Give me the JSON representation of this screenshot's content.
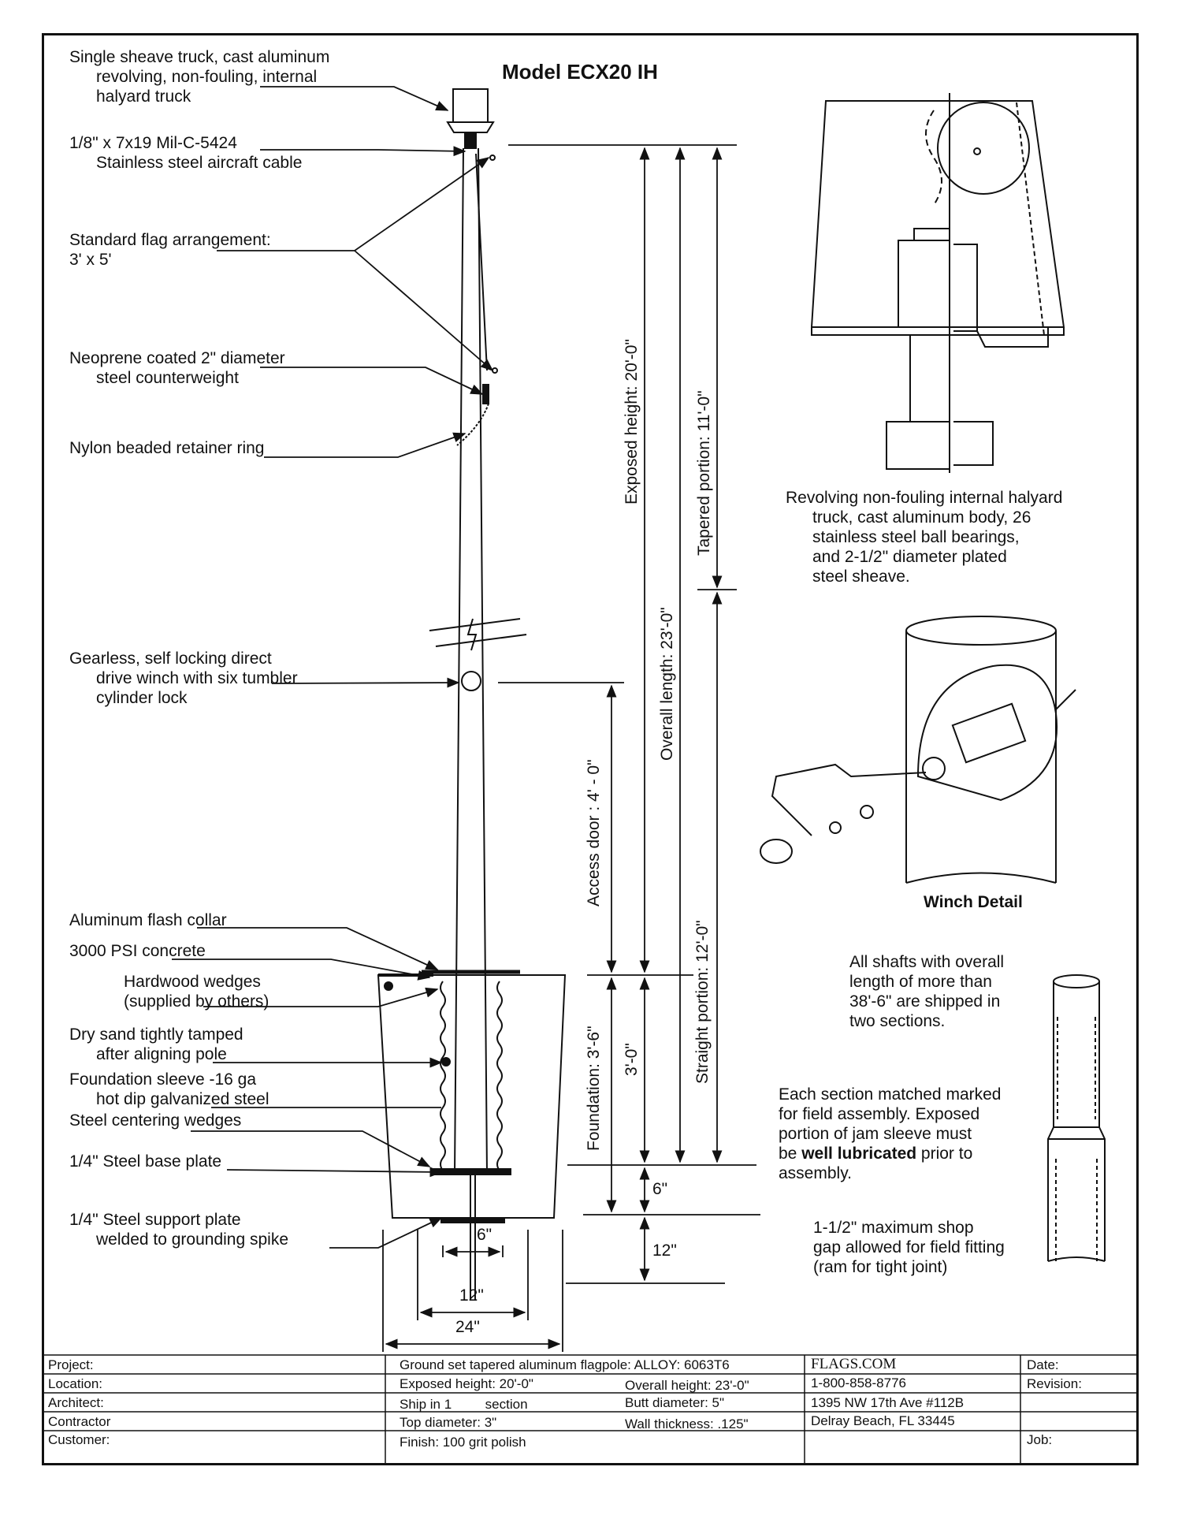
{
  "title": "Model  ECX20 IH",
  "labels": {
    "truck": [
      "Single sheave truck, cast aluminum",
      "revolving, non-fouling, internal",
      "halyard truck"
    ],
    "cable": [
      "1/8\" x 7x19 Mil-C-5424",
      "Stainless steel aircraft cable"
    ],
    "flag": [
      "Standard flag arrangement:",
      "3' x 5'"
    ],
    "counterweight": [
      "Neoprene coated 2\" diameter",
      "steel counterweight"
    ],
    "ring": [
      "Nylon beaded retainer ring"
    ],
    "winch": [
      "Gearless, self locking direct",
      "drive winch with six tumbler",
      "cylinder lock"
    ],
    "collar": [
      "Aluminum flash collar"
    ],
    "concrete": [
      "3000 PSI concrete"
    ],
    "wedges": [
      "Hardwood wedges",
      "(supplied by others)"
    ],
    "sand": [
      "Dry sand tightly tamped",
      "after aligning pole"
    ],
    "sleeve": [
      "Foundation sleeve -16 ga",
      "hot dip galvanized steel"
    ],
    "centering": [
      "Steel centering wedges"
    ],
    "baseplate": [
      "1/4\" Steel base plate"
    ],
    "supportplate": [
      "1/4\" Steel support plate",
      "welded to grounding spike"
    ]
  },
  "dimensions": {
    "exposed": "Exposed height:  20'-0\"",
    "overall": "Overall length:  23'-0\"",
    "tapered": "Tapered portion:  11'-0\"",
    "straight": "Straight portion:  12'-0\"",
    "access": "Access door :  4' - 0\"",
    "foundation": "Foundation: 3'-6\"",
    "three": "3'-0\"",
    "six_a": "6\"",
    "twelve_a": "12\"",
    "six_b": "6\"",
    "twelve_b": "12\"",
    "twentyfour": "24\""
  },
  "captions": {
    "truck_detail": [
      "Revolving non-fouling internal halyard",
      "truck, cast aluminum body, 26",
      "stainless steel ball bearings,",
      "and  2-1/2\" diameter plated",
      "steel sheave."
    ],
    "winch_detail": "Winch Detail",
    "shafts": [
      "All shafts with overall",
      "length of more than",
      "38'-6\" are shipped in",
      "two sections."
    ],
    "section_pre": [
      "Each section matched marked",
      "for field assembly.  Exposed",
      "portion of jam sleeve must"
    ],
    "section_be": "be ",
    "section_bold": "well lubricated",
    "section_post": " prior to",
    "section_last": "assembly.",
    "gap": [
      "1-1/2\" maximum shop",
      "gap allowed for field fitting",
      "(ram for tight joint)"
    ]
  },
  "title_block": {
    "left": [
      "Project:",
      "Location:",
      "Architect:",
      "Contractor",
      "Customer:"
    ],
    "desc1": "Ground set tapered aluminum flagpole:  ALLOY:  6063T6",
    "exposed_height": "Exposed height:  20'-0\"",
    "overall_height": "Overall height:  23'-0\"",
    "ship_in": "Ship in 1         section",
    "butt_diameter": "Butt diameter:   5\"",
    "top_diameter": "Top diameter:   3\"",
    "wall_thickness": "Wall thickness:   .125\"",
    "finish": "Finish:  100  grit polish",
    "company": "FLAGS.COM",
    "phone": "1-800-858-8776",
    "address1": "1395 NW 17th Ave #112B",
    "address2": "Delray Beach, FL 33445",
    "right": [
      "Date:",
      "Revision:",
      "",
      "",
      "Job:"
    ]
  }
}
